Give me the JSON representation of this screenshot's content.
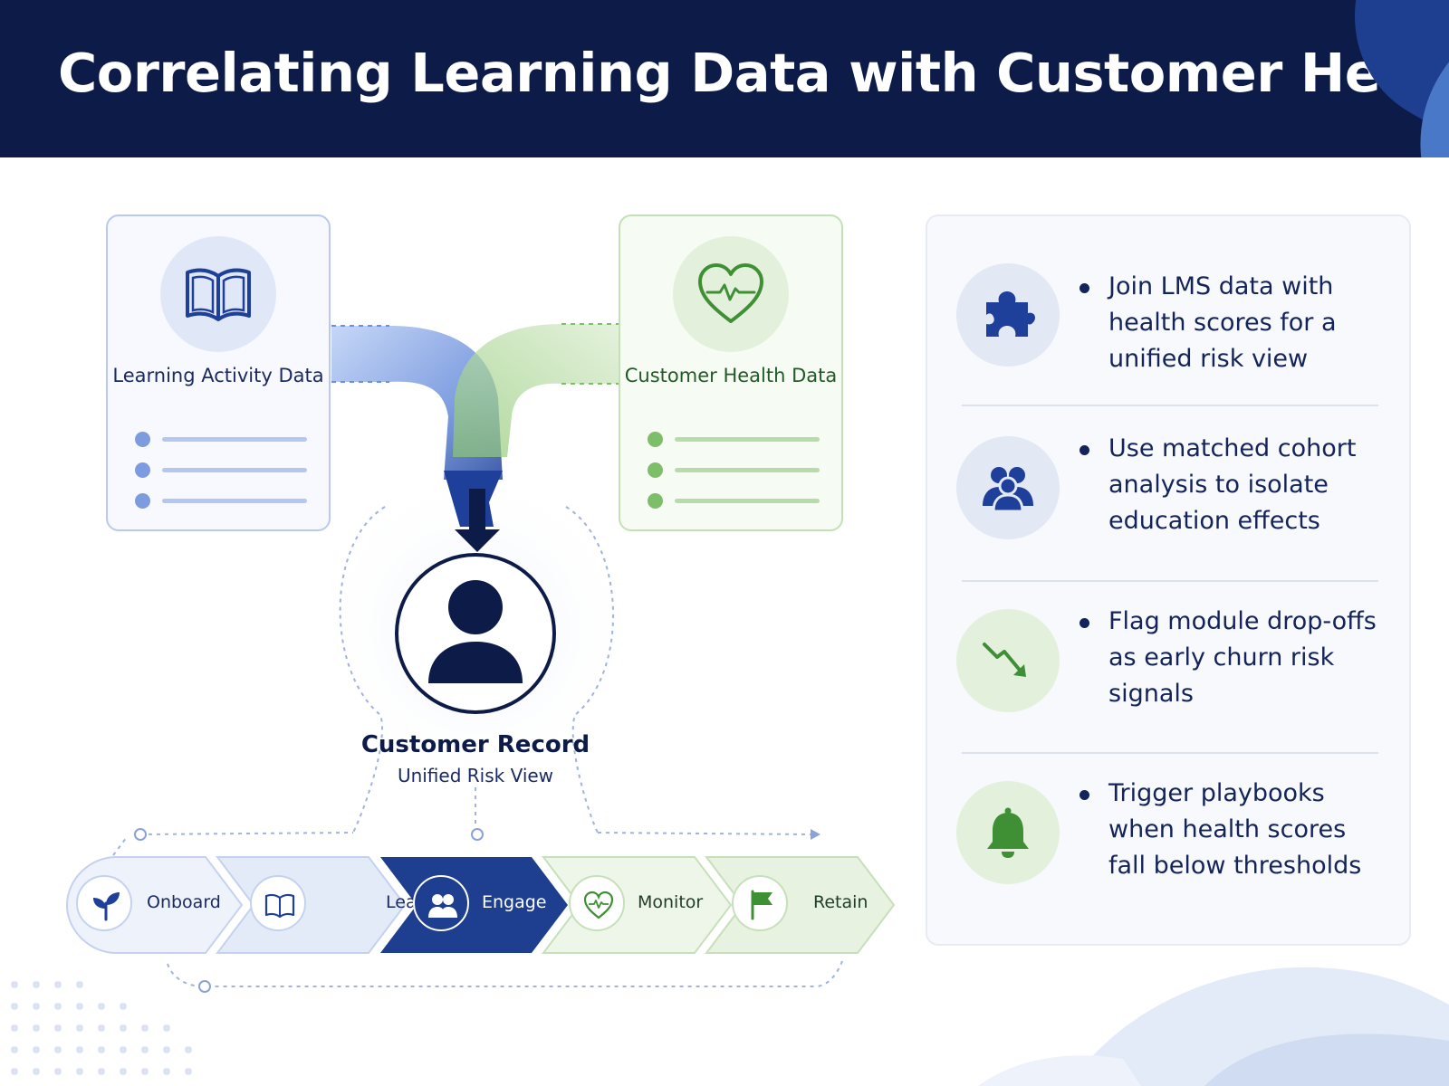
{
  "header": {
    "title": "Correlating Learning Data with Customer Health"
  },
  "sources": [
    {
      "title": "Learning Activity Data",
      "icon": "book-icon",
      "color": "#1e3f9a"
    },
    {
      "title": "Customer Health Data",
      "icon": "heart-pulse-icon",
      "color": "#3f8f35"
    }
  ],
  "record": {
    "title": "Customer Record",
    "subtitle": "Unified Risk View",
    "icon": "user-icon"
  },
  "stages": [
    {
      "label": "Onboard",
      "icon": "sprout-icon"
    },
    {
      "label": "Learn",
      "icon": "book-icon"
    },
    {
      "label": "Engage",
      "icon": "people-icon"
    },
    {
      "label": "Monitor",
      "icon": "heart-pulse-icon"
    },
    {
      "label": "Retain",
      "icon": "flag-icon"
    }
  ],
  "insights": [
    {
      "text": "Join LMS data with health scores for a unified risk view",
      "icon": "puzzle-icon"
    },
    {
      "text": "Use matched cohort analysis to isolate education effects",
      "icon": "people-icon"
    },
    {
      "text": "Flag module drop-offs as early churn risk signals",
      "icon": "trend-down-icon"
    },
    {
      "text": "Trigger playbooks when health scores fall below thresholds",
      "icon": "bell-icon"
    }
  ],
  "colors": {
    "navy": "#0d1b48",
    "blue": "#1e3f9a",
    "green": "#3f8f35",
    "light_blue": "#e0e8f8",
    "light_green": "#e3f1dc"
  }
}
